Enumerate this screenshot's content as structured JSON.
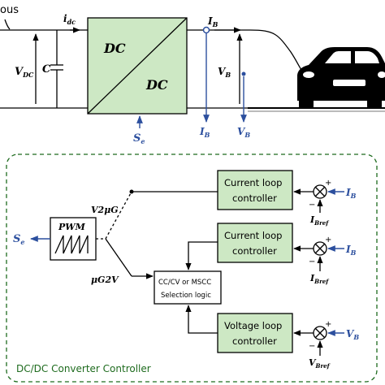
{
  "top": {
    "left_fragment": "ous",
    "idc": "i",
    "idc_sub": "dc",
    "vdc": "V",
    "vdc_sub": "DC",
    "cap": "C",
    "dc_top": "DC",
    "dc_bottom": "DC",
    "ib": "I",
    "ib_sub": "B",
    "vb": "V",
    "vb_sub": "B",
    "se": "S",
    "se_sub": "e",
    "ib_meas": "I",
    "ib_meas_sub": "B",
    "vb_meas": "V",
    "vb_meas_sub": "B"
  },
  "controller": {
    "title": "DC/DC Converter Controller",
    "pwm": "PWM",
    "se": "S",
    "se_sub": "e",
    "v2g": "V2μG",
    "g2v": "μG2V",
    "selection_line1": "CC/CV or MSCC",
    "selection_line2": "Selection logic",
    "blocks": [
      {
        "line1": "Current loop",
        "line2": "controller",
        "ref": "I",
        "ref_sub": "Bref",
        "meas": "I",
        "meas_sub": "B"
      },
      {
        "line1": "Current loop",
        "line2": "controller",
        "ref": "I",
        "ref_sub": "Bref",
        "meas": "I",
        "meas_sub": "B"
      },
      {
        "line1": "Voltage loop",
        "line2": "controller",
        "ref": "V",
        "ref_sub": "Bref",
        "meas": "V",
        "meas_sub": "B"
      }
    ],
    "plus": "+",
    "minus": "−"
  }
}
